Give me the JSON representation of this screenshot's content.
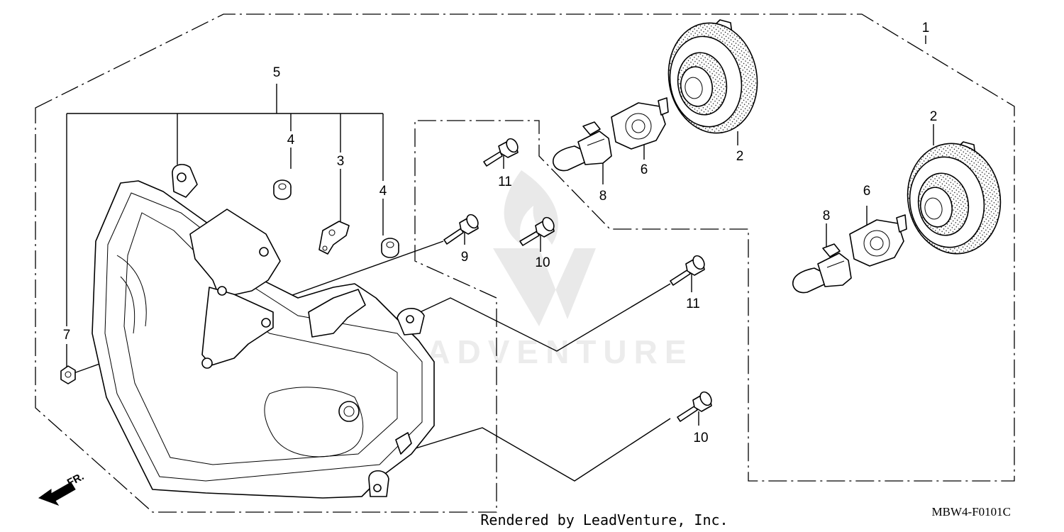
{
  "diagram": {
    "callouts": {
      "c1": "1",
      "c2a": "2",
      "c2b": "2",
      "c3": "3",
      "c4a": "4",
      "c4b": "4",
      "c5": "5",
      "c6a": "6",
      "c6b": "6",
      "c7": "7",
      "c8a": "8",
      "c8b": "8",
      "c9": "9",
      "c10a": "10",
      "c10b": "10",
      "c11a": "11",
      "c11b": "11"
    },
    "direction_label": "FR.",
    "diagram_code": "MBW4-F0101C",
    "footer": "Rendered by LeadVenture, Inc.",
    "watermark": "LEADVENTURE"
  }
}
